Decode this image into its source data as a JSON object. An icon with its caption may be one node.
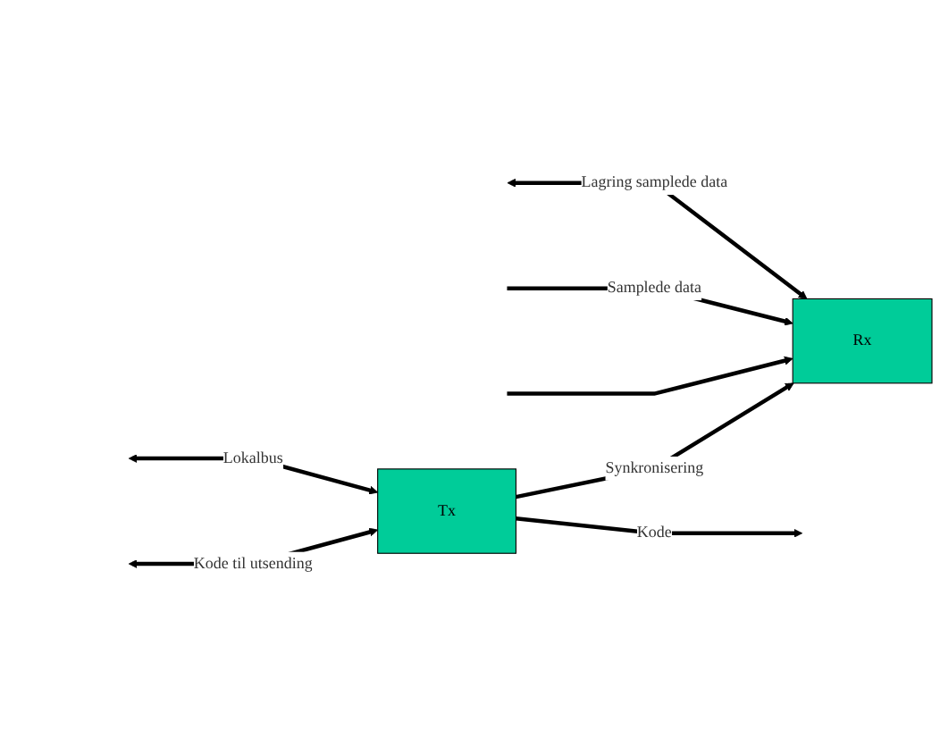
{
  "diagram": {
    "nodes": [
      {
        "text": [
          "Rx"
        ]
      },
      {
        "text": [
          "Tx"
        ]
      }
    ],
    "edges": [
      {
        "from": null,
        "to": 0,
        "arrow": "both",
        "label": "Lagring samplede data"
      },
      {
        "from": null,
        "to": 0,
        "arrow": "to",
        "label": "Samplede data"
      },
      {
        "from": null,
        "to": 0,
        "arrow": "to"
      },
      {
        "from": null,
        "to": 1,
        "arrow": "both",
        "label": "Lokalbus"
      },
      {
        "from": null,
        "to": 1,
        "arrow": "both",
        "label": "Kode til utsending"
      },
      {
        "from": 1,
        "to": 0,
        "arrow": "to",
        "label": "Synkronisering"
      },
      {
        "from": 1,
        "to": null,
        "arrow": "to",
        "label": "Kode"
      }
    ]
  }
}
